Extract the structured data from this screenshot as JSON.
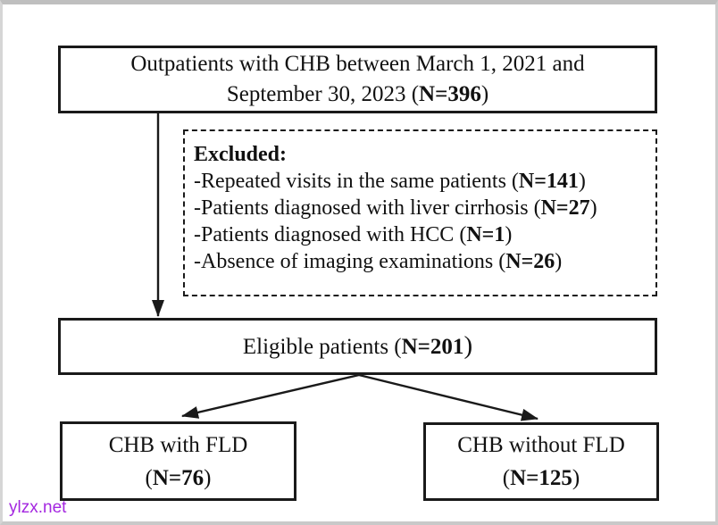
{
  "diagram": {
    "top_box": {
      "line1": "Outpatients with CHB between March 1, 2021 and",
      "line2": {
        "pre": "September 30, 2023 (",
        "bold": "N=396",
        "post": ")"
      }
    },
    "excluded_box": {
      "title": "Excluded:",
      "items": [
        {
          "pre": "-Repeated visits in the same patients (",
          "bold": "N=141",
          "post": ")"
        },
        {
          "pre": "-Patients diagnosed with liver cirrhosis (",
          "bold": "N=27",
          "post": ")"
        },
        {
          "pre": "-Patients diagnosed with HCC (",
          "bold": "N=1",
          "post": ")"
        },
        {
          "pre": "-Absence of imaging examinations (",
          "bold": "N=26",
          "post": ")"
        }
      ]
    },
    "eligible_box": {
      "pre": "Eligible patients (",
      "bold": "N=201",
      "post": ")"
    },
    "fld_box": {
      "line1": "CHB with FLD",
      "line2": {
        "pre": "(",
        "bold": "N=76",
        "post": ")"
      }
    },
    "no_fld_box": {
      "line1": "CHB without FLD",
      "line2": {
        "pre": "(",
        "bold": "N=125",
        "post": ")"
      }
    }
  },
  "watermark": {
    "text": "ylzx.net",
    "color": "#a427e0"
  },
  "colors": {
    "line": "#1a1a1a",
    "frame_border": "#c9c9c9"
  }
}
